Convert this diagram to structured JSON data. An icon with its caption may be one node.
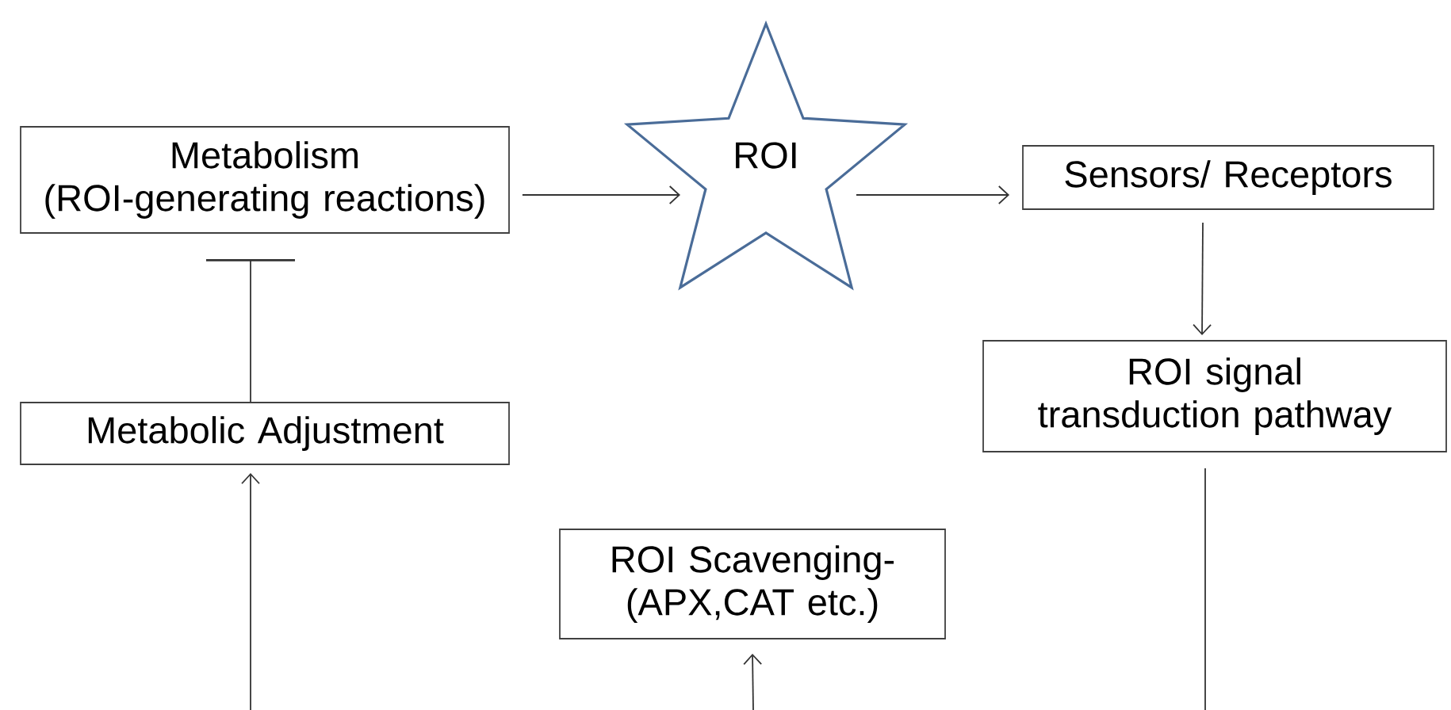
{
  "diagram": {
    "nodes": [
      {
        "text": [
          "Metabolism (ROI-generating reactions)"
        ]
      },
      {
        "text": [
          "ROI"
        ]
      },
      {
        "text": [
          "Sensors/ Receptors"
        ]
      },
      {
        "text": [
          "ROI signal transduction pathway"
        ]
      },
      {
        "text": [
          "Metabolic Adjustment"
        ]
      },
      {
        "text": [
          "ROI Scavenging- (APX,CAT etc.)"
        ]
      }
    ],
    "edges": [
      {
        "from": 0,
        "to": 1,
        "arrow": "to"
      },
      {
        "from": 1,
        "to": 2,
        "arrow": "to"
      },
      {
        "from": 2,
        "to": 3,
        "arrow": "to"
      },
      {
        "from": 4,
        "to": 0,
        "arrow": "other"
      },
      {
        "from": null,
        "to": 4,
        "arrow": "to"
      },
      {
        "from": 3,
        "to": null,
        "arrow": "none"
      },
      {
        "from": null,
        "to": 5,
        "arrow": "to"
      }
    ]
  }
}
